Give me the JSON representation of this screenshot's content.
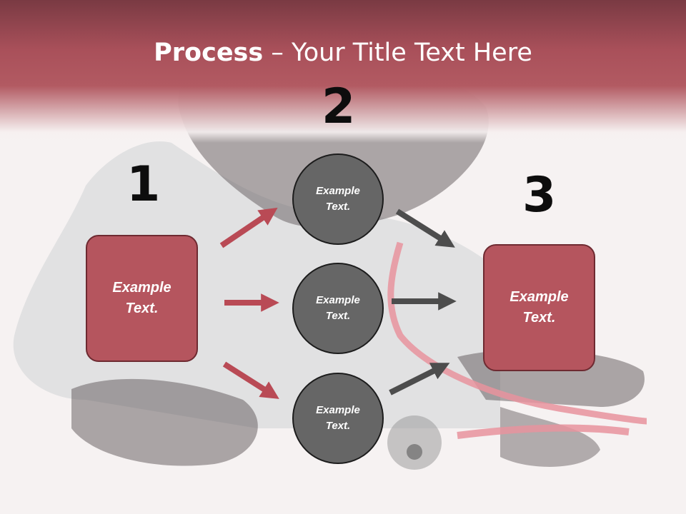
{
  "title": {
    "bold": "Process",
    "rest": " – Your Title Text Here"
  },
  "steps": [
    {
      "number": "1",
      "box_text": "Example\nText."
    },
    {
      "number": "2",
      "items": [
        "Example\nText.",
        "Example\nText.",
        "Example\nText."
      ]
    },
    {
      "number": "3",
      "box_text": "Example\nText."
    }
  ],
  "colors": {
    "box_fill": "#b5555e",
    "box_border": "#6e2a31",
    "circle_fill": "#666666",
    "red_arrow": "#b94a55",
    "gray_arrow": "#4d4d4d",
    "header": "#a9505a"
  }
}
